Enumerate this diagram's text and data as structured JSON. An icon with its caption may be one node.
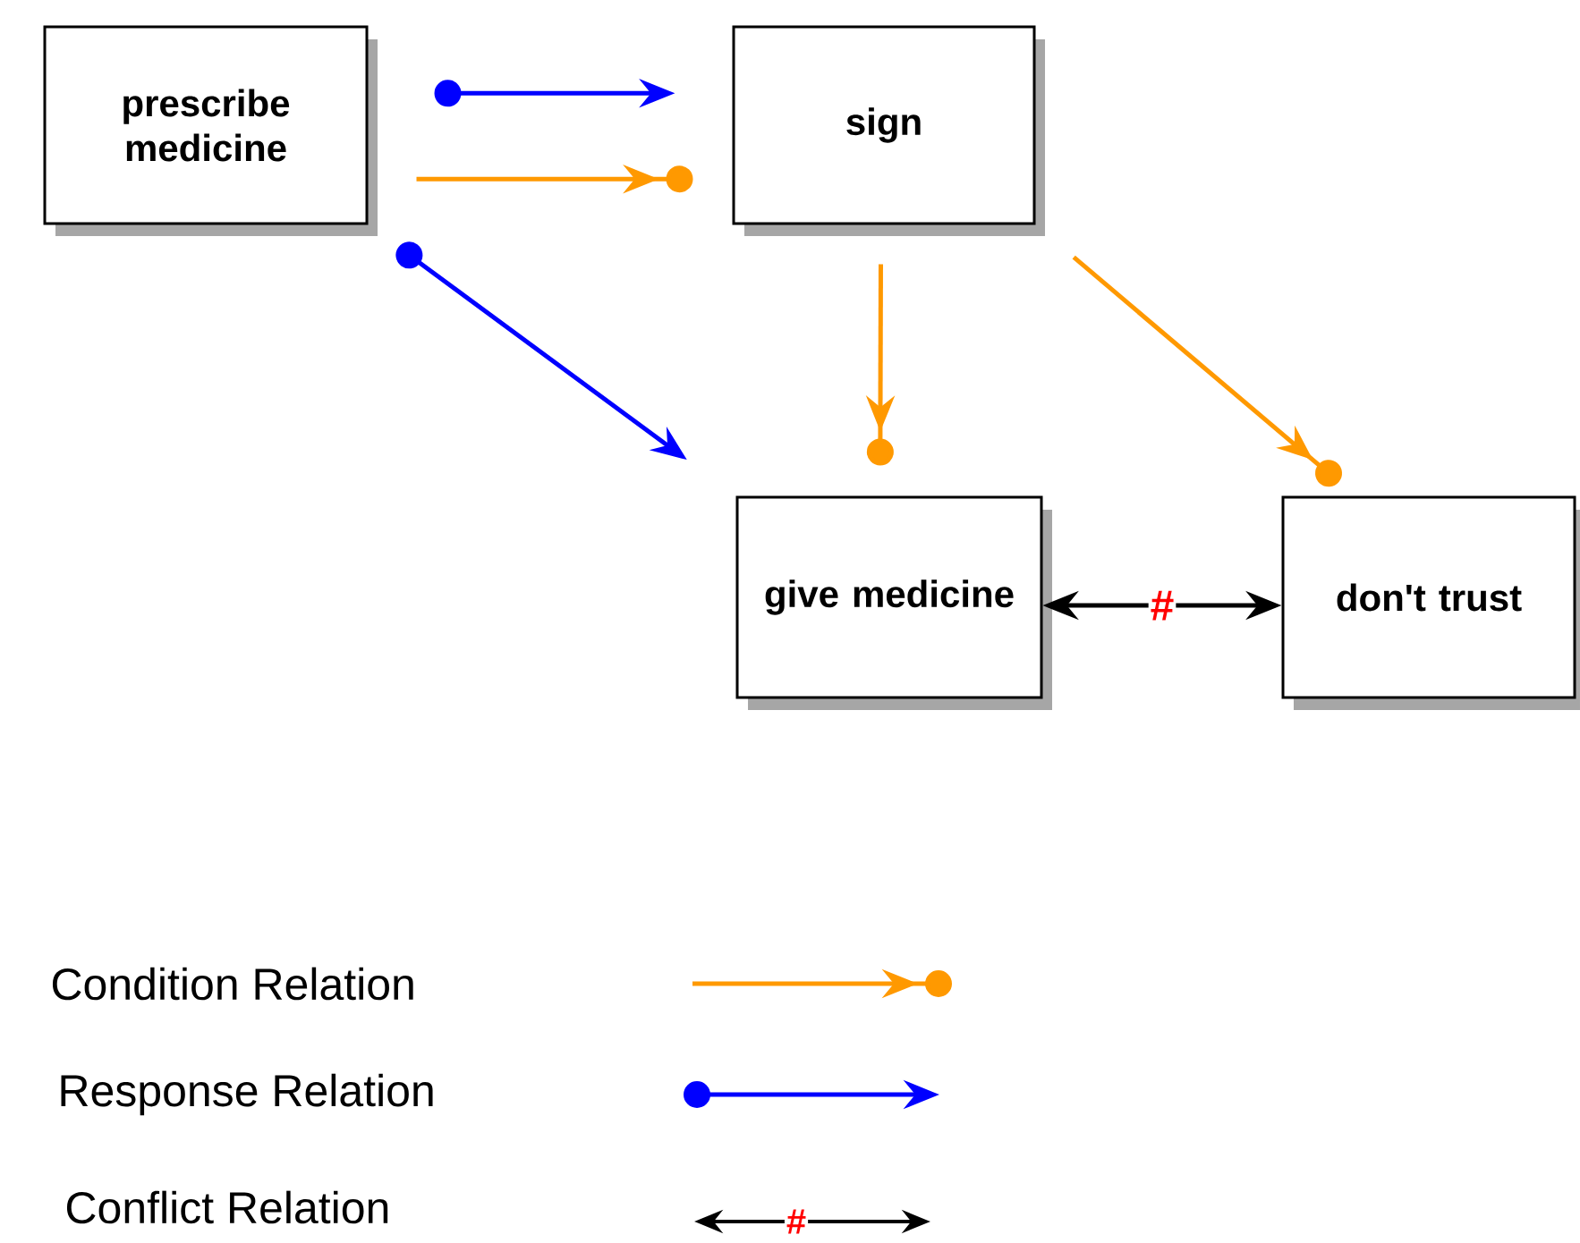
{
  "diagram": {
    "nodes": [
      {
        "text": [
          "prescribe medicine"
        ]
      },
      {
        "text": [
          "sign"
        ]
      },
      {
        "text": [
          "give medicine"
        ]
      },
      {
        "text": [
          "don't trust"
        ]
      }
    ],
    "edges": [
      {
        "from": 0,
        "to": 1,
        "arrow": "to",
        "color": "#0000ff"
      },
      {
        "from": 0,
        "to": 1,
        "arrow": "to",
        "color": "#ff9900"
      },
      {
        "from": 0,
        "to": 2,
        "arrow": "to",
        "color": "#0000ff"
      },
      {
        "from": 1,
        "to": 2,
        "arrow": "to",
        "color": "#ff9900"
      },
      {
        "from": 1,
        "to": 3,
        "arrow": "to",
        "color": "#ff9900"
      },
      {
        "from": 2,
        "to": 3,
        "arrow": "both",
        "label": "#",
        "color": "#000000"
      }
    ],
    "labels": [
      "#"
    ],
    "legend": [
      {
        "text": "Condition Relation"
      },
      {
        "text": "Response Relation"
      },
      {
        "text": "Conflict Relation"
      }
    ]
  }
}
